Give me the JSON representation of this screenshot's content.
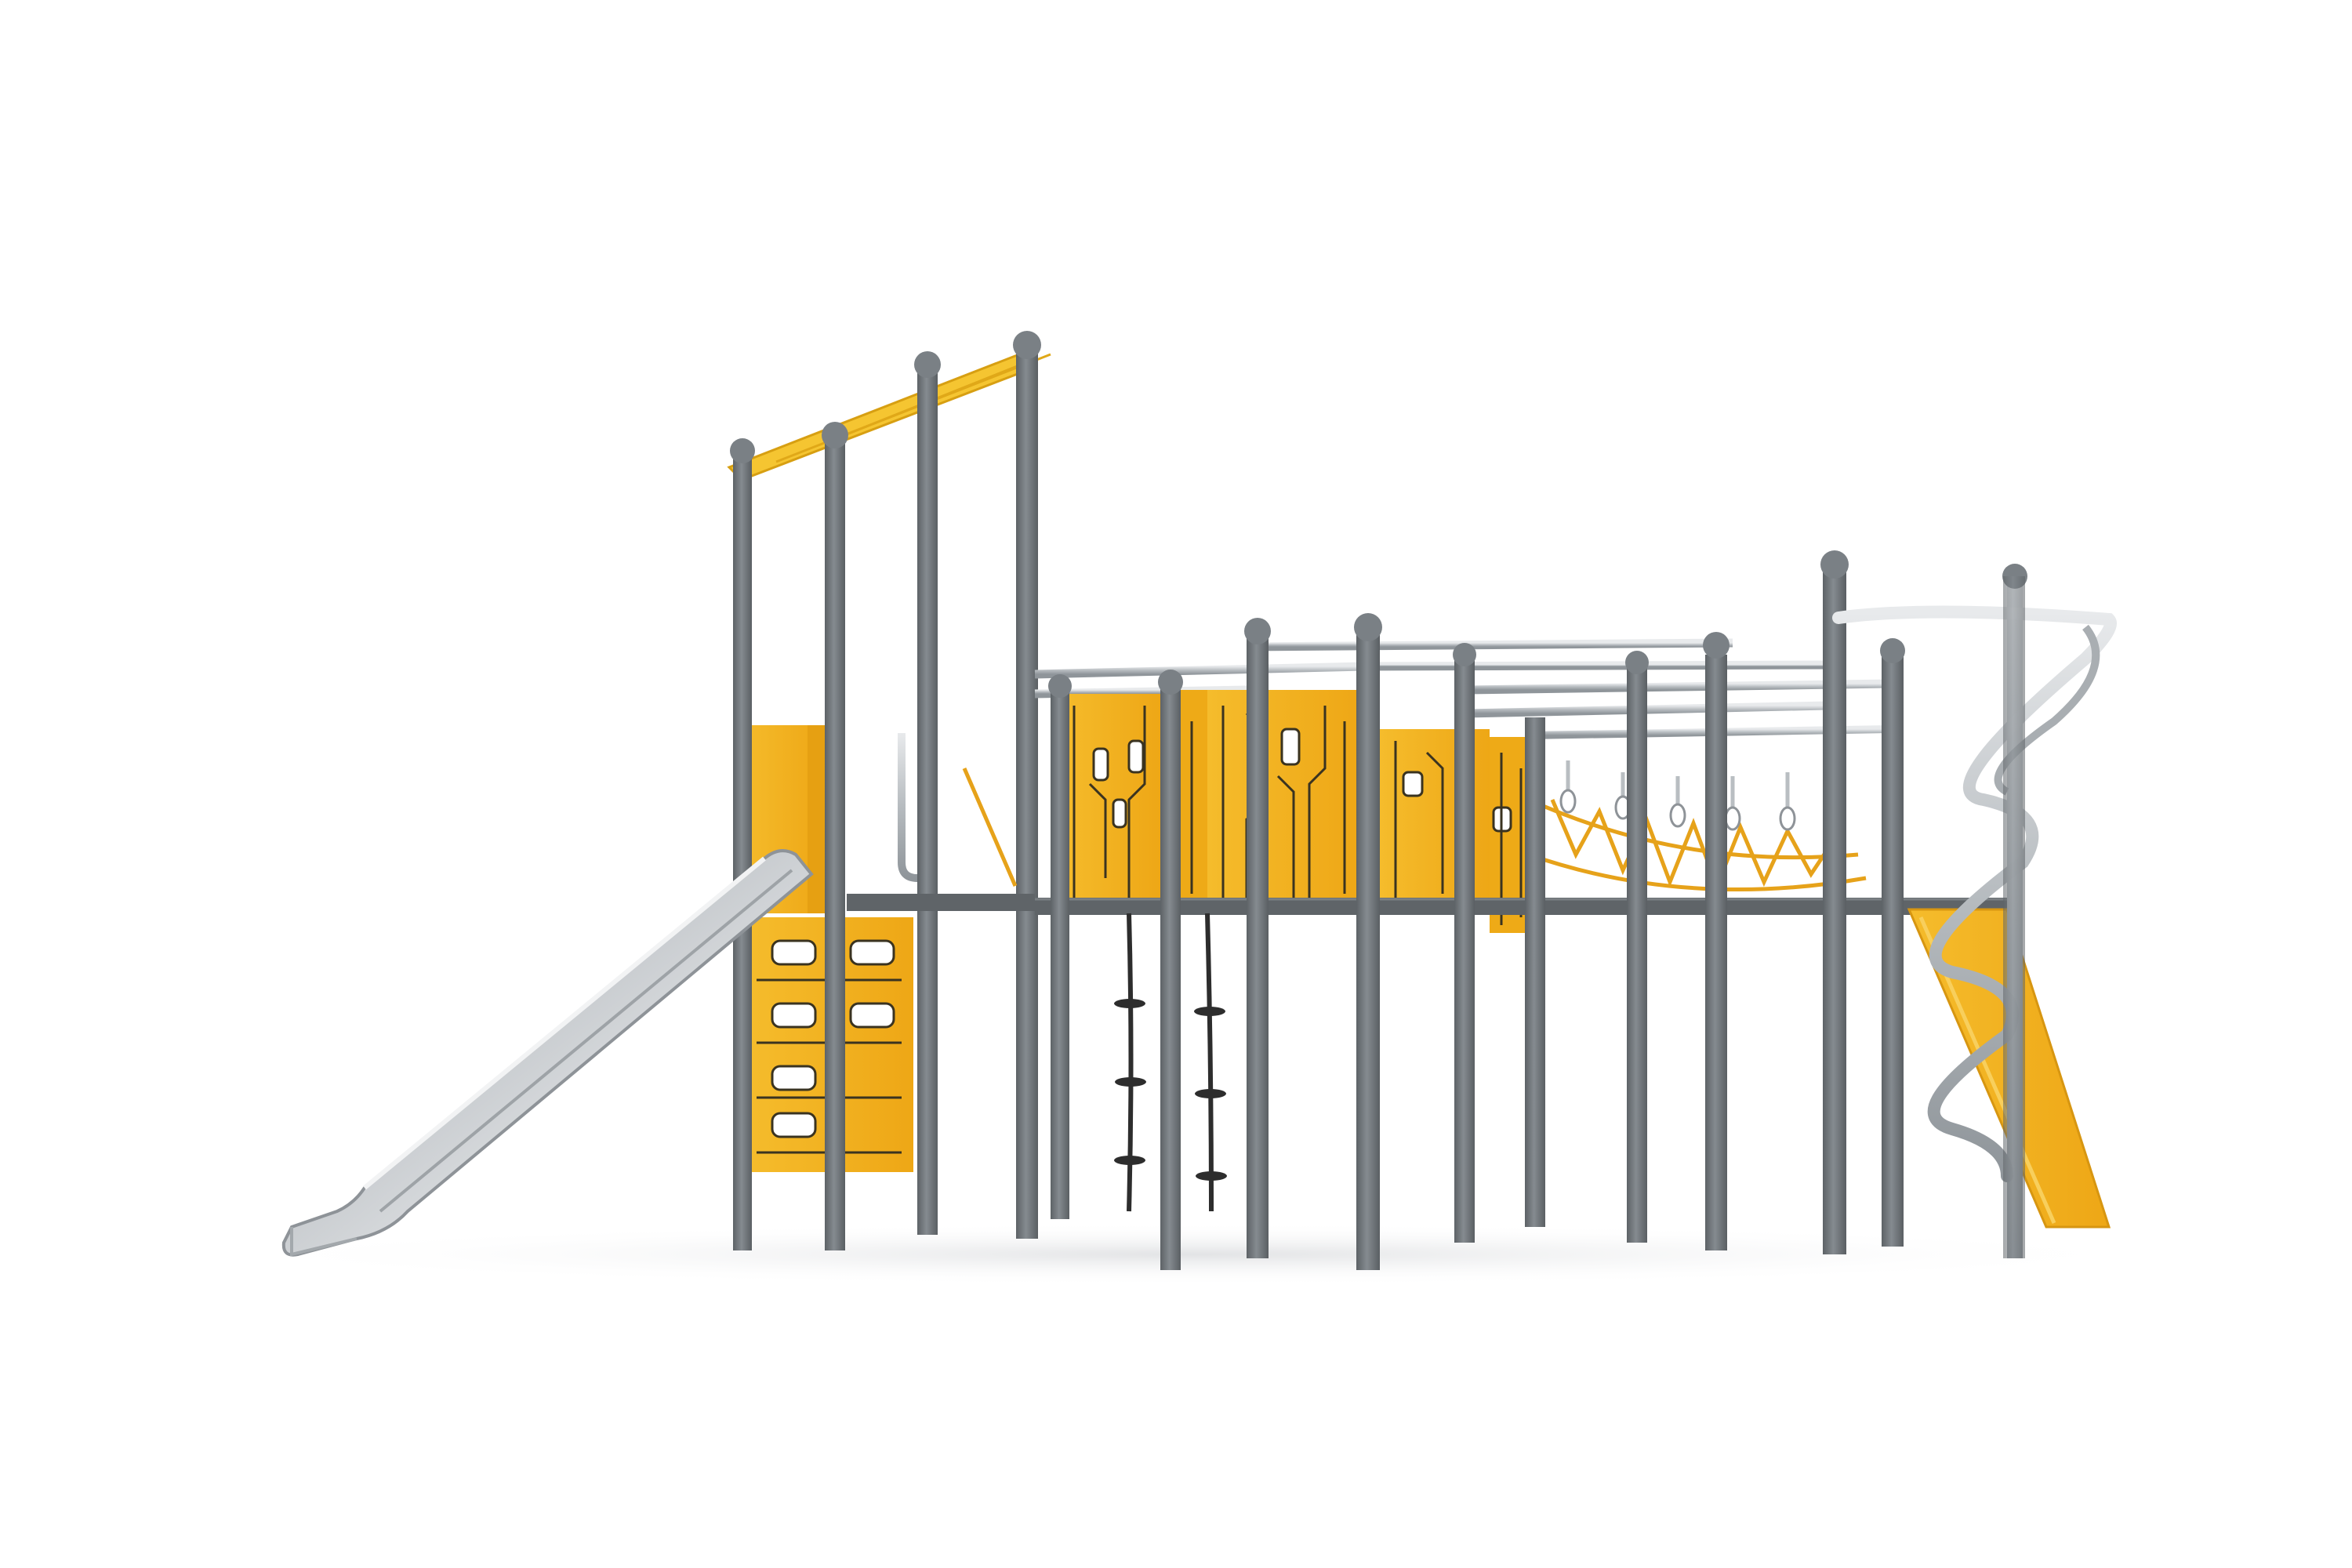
{
  "scene": {
    "subject": "playground-structure",
    "colors": {
      "background": "#ffffff",
      "post": "#6f7579",
      "post_highlight": "#8a9095",
      "steel": "#c9cdd1",
      "steel_dark": "#9aa0a5",
      "panel": "#f2b01f",
      "panel_light": "#f7c948",
      "panel_line": "#3a3320",
      "deck": "#5f6468",
      "rope": "#e6a21a",
      "shadow": "#e9eaeb"
    },
    "components": {
      "roof": "yellow-roof-panel",
      "slide": "stainless-steel-slide",
      "spiral": "spiral-pole",
      "net": "rope-net-bridge",
      "rungs": "steel-rung-ladders",
      "ropes": "climbing-ropes"
    }
  }
}
